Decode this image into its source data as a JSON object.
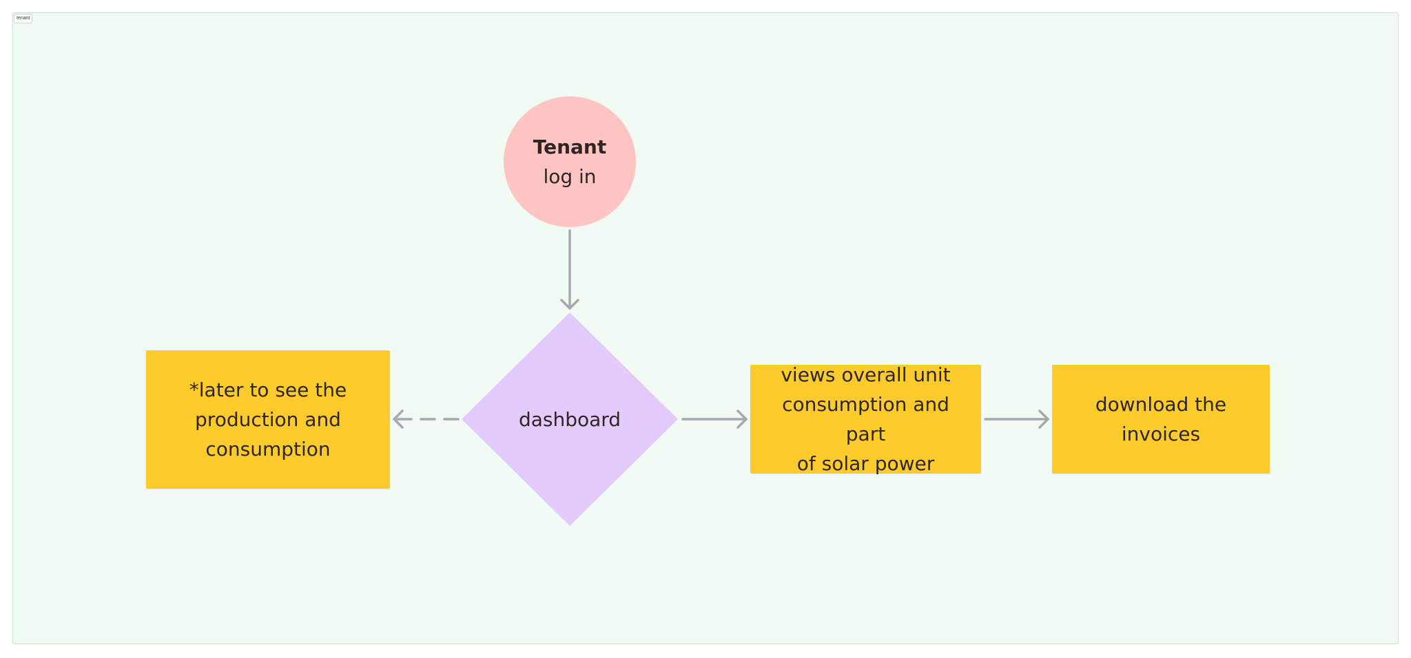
{
  "frame": {
    "label": "tenant",
    "background": "#f1fbf4",
    "border_color": "#bfe8cc"
  },
  "nodes": {
    "start": {
      "title": "Tenant",
      "subtitle": "log in",
      "shape": "circle",
      "color": "#ffc5c2"
    },
    "dashboard": {
      "label": "dashboard",
      "shape": "diamond",
      "color": "#e3cbfe"
    },
    "later": {
      "lines": [
        "*later to see the",
        "production and",
        "consumption"
      ],
      "shape": "rectangle",
      "color": "#fdcb2b"
    },
    "views": {
      "lines": [
        "views overall unit",
        "consumption and part",
        "of solar power"
      ],
      "shape": "rectangle",
      "color": "#fdcb2b"
    },
    "download": {
      "lines": [
        "download the",
        "invoices"
      ],
      "shape": "rectangle",
      "color": "#fdcb2b"
    }
  },
  "edges": [
    {
      "from": "start",
      "to": "dashboard",
      "style": "solid"
    },
    {
      "from": "dashboard",
      "to": "later",
      "style": "dashed"
    },
    {
      "from": "dashboard",
      "to": "views",
      "style": "solid"
    },
    {
      "from": "views",
      "to": "download",
      "style": "solid"
    }
  ],
  "connector_color": "#a9a6b0"
}
